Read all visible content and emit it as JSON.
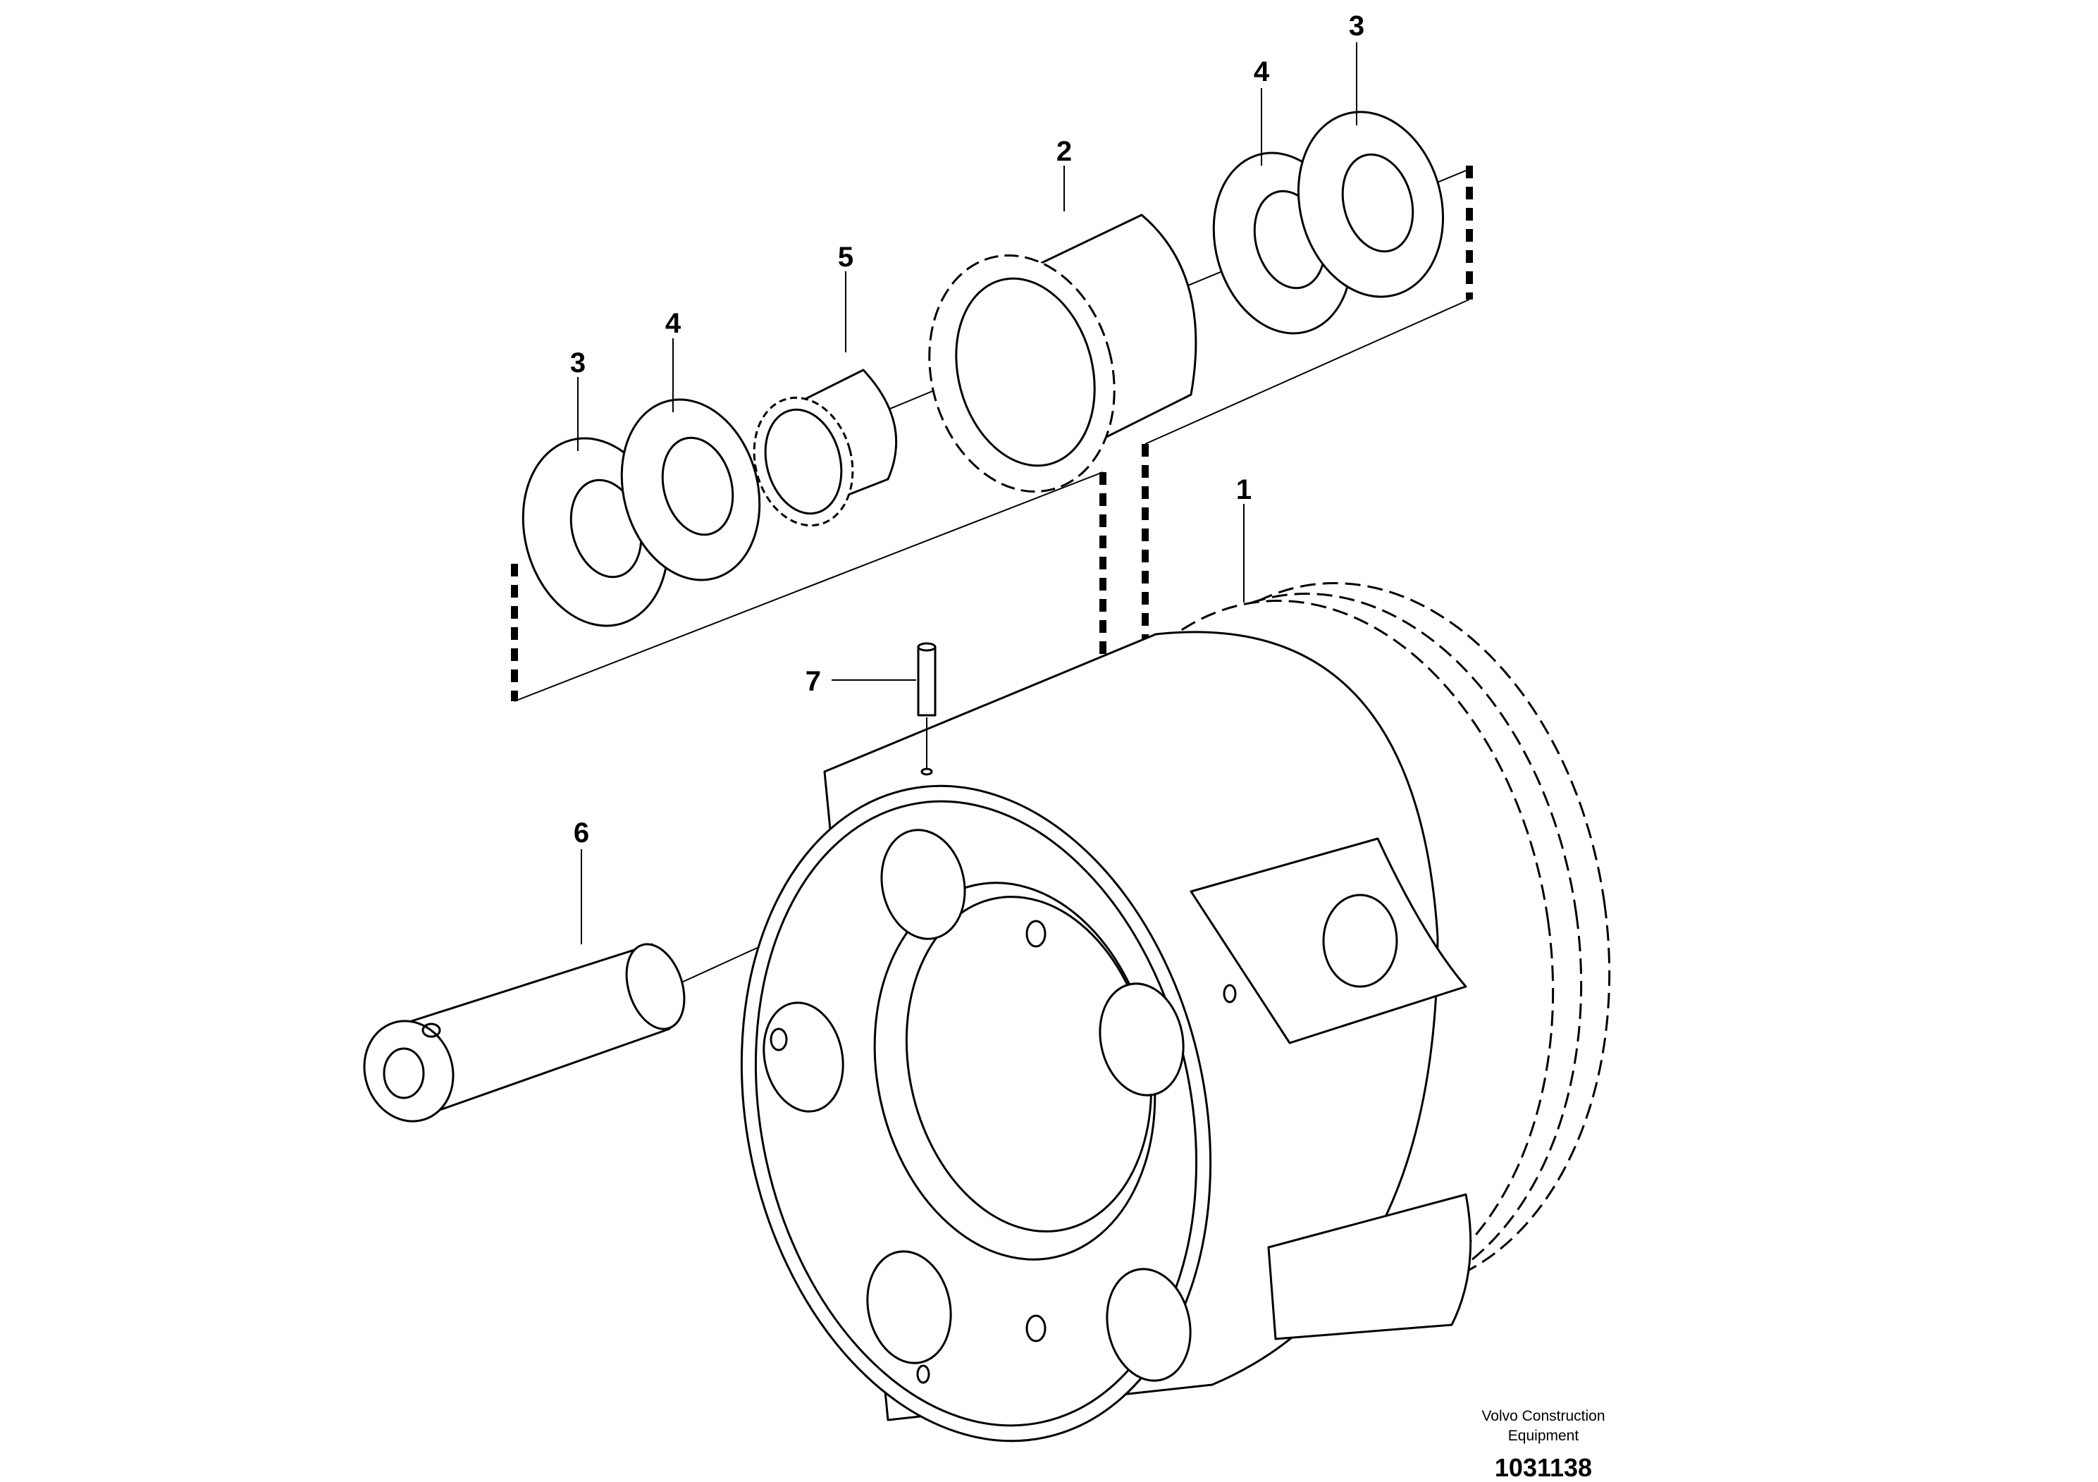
{
  "callouts": [
    {
      "id": "1",
      "label": "1"
    },
    {
      "id": "2",
      "label": "2"
    },
    {
      "id": "3a",
      "label": "3"
    },
    {
      "id": "3b",
      "label": "3"
    },
    {
      "id": "4a",
      "label": "4"
    },
    {
      "id": "4b",
      "label": "4"
    },
    {
      "id": "5",
      "label": "5"
    },
    {
      "id": "6",
      "label": "6"
    },
    {
      "id": "7",
      "label": "7"
    }
  ],
  "footer": {
    "brand_line1": "Volvo Construction",
    "brand_line2": "Equipment",
    "drawing_number": "1031138"
  }
}
